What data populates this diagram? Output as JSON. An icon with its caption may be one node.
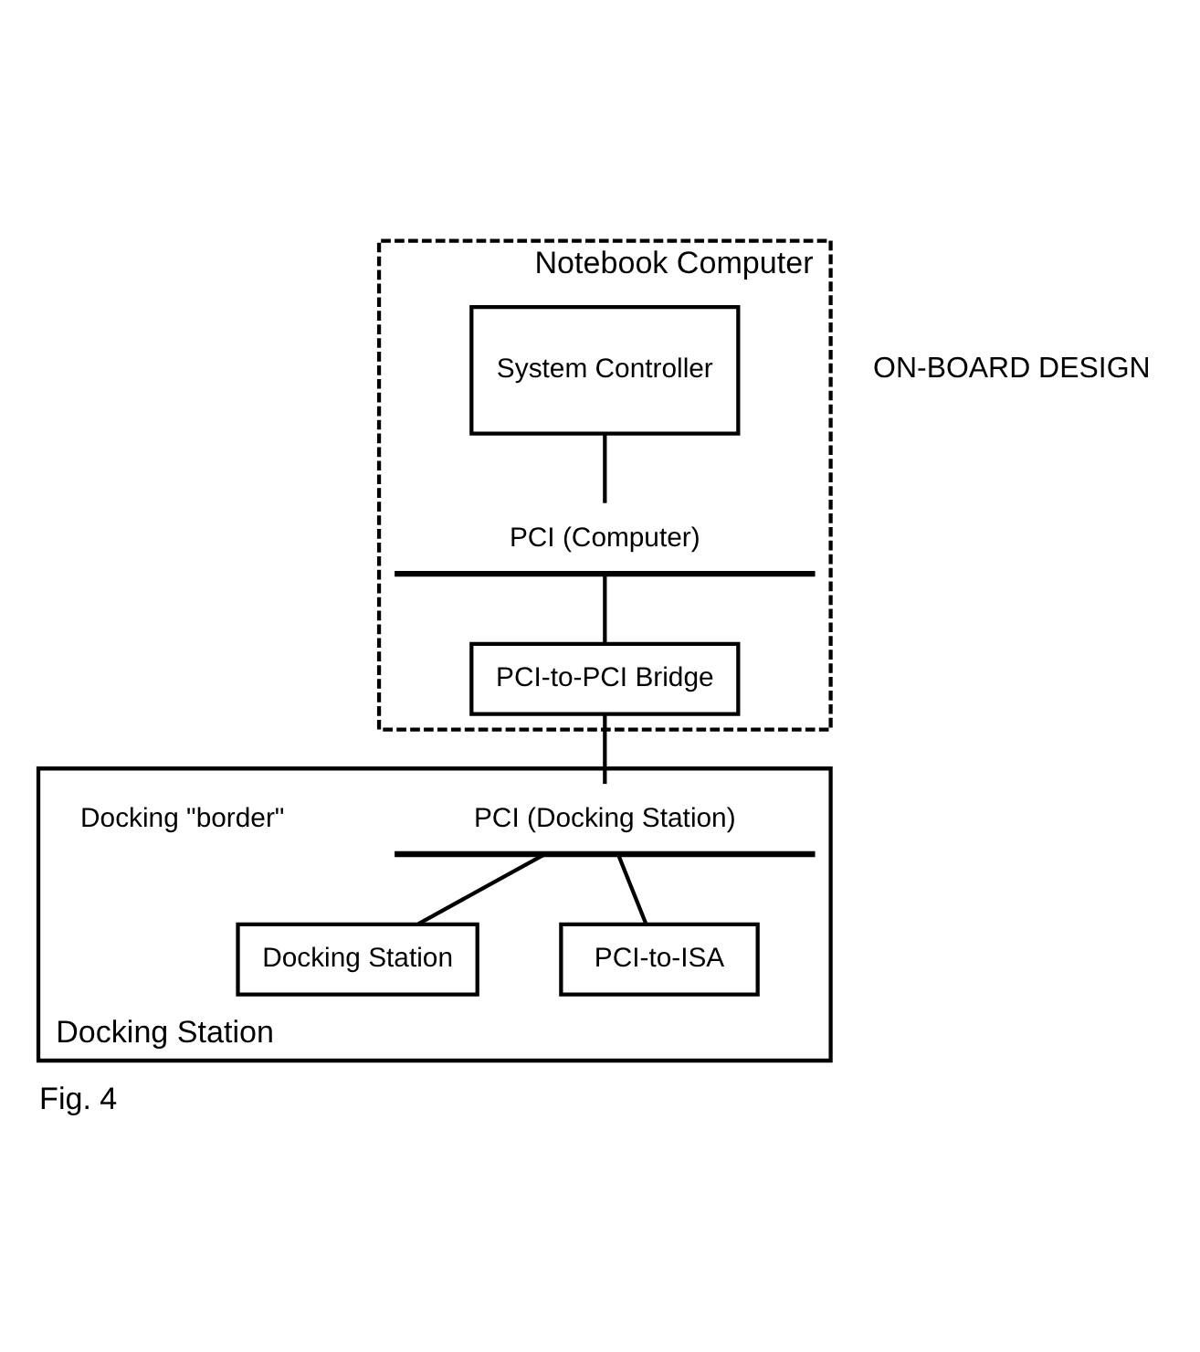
{
  "diagram": {
    "caption": "Fig. 4",
    "nodes": [
      {
        "text": [
          "Notebook Computer"
        ]
      },
      {
        "text": [
          "System Controller"
        ],
        "in": 0
      },
      {
        "text": [
          "PCI (Computer)"
        ],
        "in": 0
      },
      {
        "text": [
          "PCI-to-PCI Bridge"
        ],
        "in": 0
      },
      {
        "text": [
          "Docking Station"
        ]
      },
      {
        "text": [
          "PCI (Docking Station)"
        ],
        "in": 4
      },
      {
        "text": [
          "Docking Station"
        ],
        "in": 4
      },
      {
        "text": [
          "PCI-to-ISA"
        ],
        "in": 4
      }
    ],
    "edges": [
      {
        "from": 1,
        "to": 2,
        "arrow": "none"
      },
      {
        "from": 2,
        "to": 3,
        "arrow": "none"
      },
      {
        "from": 3,
        "to": 5,
        "arrow": "none"
      },
      {
        "from": 5,
        "to": 6,
        "arrow": "none"
      },
      {
        "from": 5,
        "to": 7,
        "arrow": "none"
      }
    ],
    "labels": [
      "ON-BOARD DESIGN",
      "Docking \"border\""
    ]
  }
}
